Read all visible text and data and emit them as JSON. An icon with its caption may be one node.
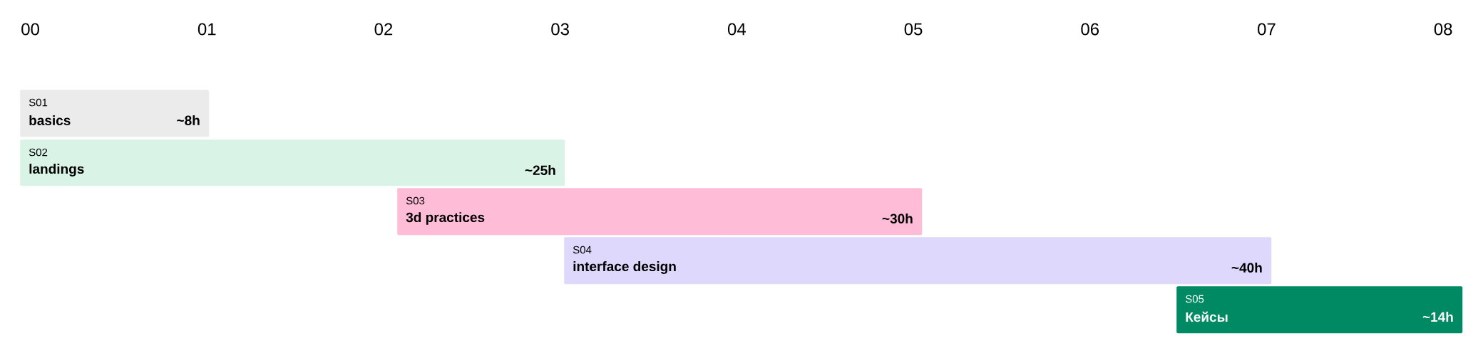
{
  "diagram": {
    "nodes": [
      {
        "text": [
          "S01",
          "basics",
          "~8h"
        ]
      },
      {
        "text": [
          "S02",
          "landings",
          "~25h"
        ]
      },
      {
        "text": [
          "S03",
          "3d practices",
          "~30h"
        ]
      },
      {
        "text": [
          "S04",
          "interface design",
          "~40h"
        ]
      },
      {
        "text": [
          "S05",
          "Кейсы",
          "~14h"
        ]
      }
    ],
    "labels": [
      "00",
      "01",
      "02",
      "03",
      "04",
      "05",
      "06",
      "07",
      "08"
    ]
  }
}
